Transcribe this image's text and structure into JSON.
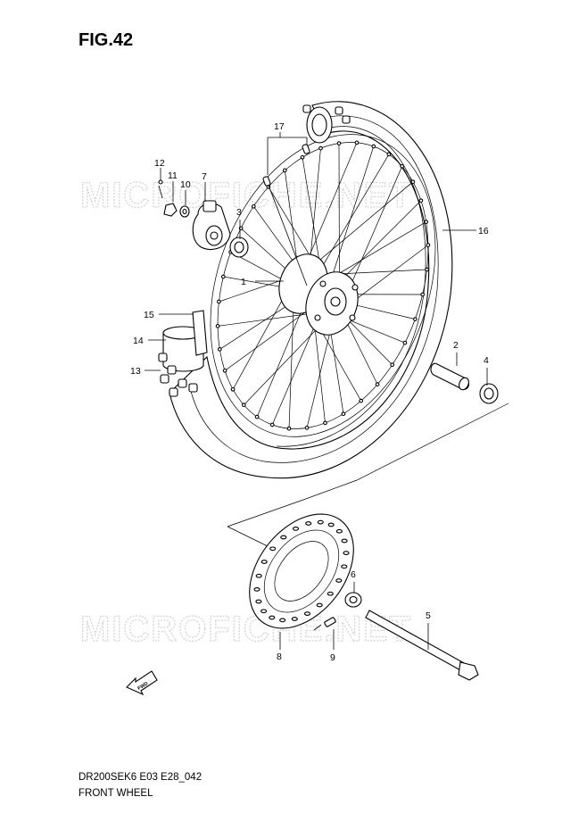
{
  "figure": {
    "title": "FIG.42",
    "code": "DR200SEK6 E03 E28_042",
    "name": "FRONT WHEEL"
  },
  "watermark": "MICROFICHE.NET",
  "fwd_label": "FWD",
  "callouts": [
    {
      "id": "1",
      "label": "1"
    },
    {
      "id": "2",
      "label": "2"
    },
    {
      "id": "3",
      "label": "3"
    },
    {
      "id": "4",
      "label": "4"
    },
    {
      "id": "5",
      "label": "5"
    },
    {
      "id": "6",
      "label": "6"
    },
    {
      "id": "7",
      "label": "7"
    },
    {
      "id": "8",
      "label": "8"
    },
    {
      "id": "9",
      "label": "9"
    },
    {
      "id": "10",
      "label": "10"
    },
    {
      "id": "11",
      "label": "11"
    },
    {
      "id": "12",
      "label": "12"
    },
    {
      "id": "13",
      "label": "13"
    },
    {
      "id": "14",
      "label": "14"
    },
    {
      "id": "15",
      "label": "15"
    },
    {
      "id": "16",
      "label": "16"
    },
    {
      "id": "17",
      "label": "17"
    }
  ]
}
